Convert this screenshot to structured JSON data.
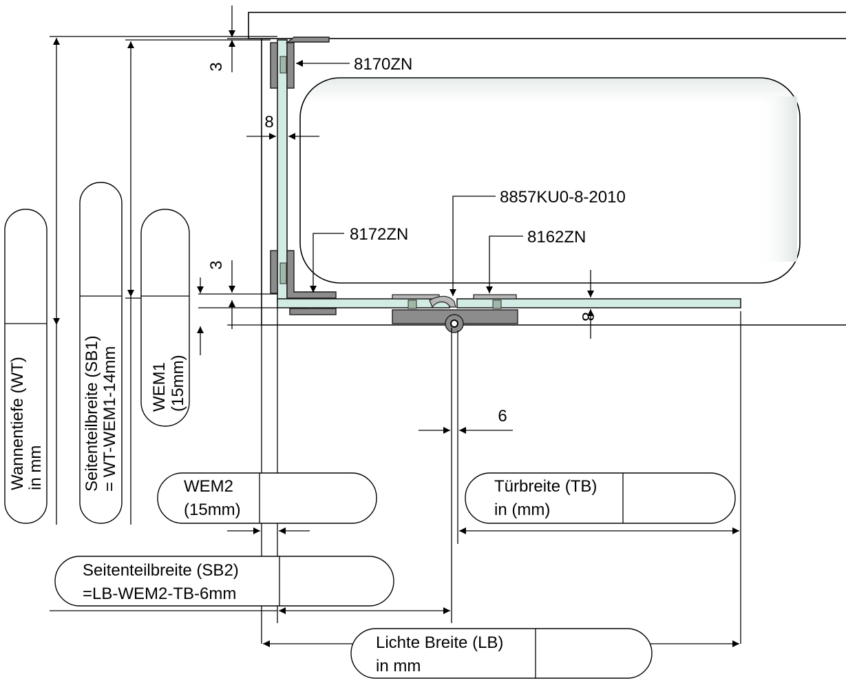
{
  "parts": {
    "corner_top": "8170ZN",
    "corner_bottom": "8172ZN",
    "hinge_profile": "8857KU0-8-2010",
    "door_clamp": "8162ZN"
  },
  "dimensions": {
    "top_gap": "3",
    "glass_side": "8",
    "bottom_gap": "3",
    "glass_front": "8",
    "hinge_offset": "6"
  },
  "labels": {
    "wt_line1": "Wannentiefe (WT)",
    "wt_line2": "in mm",
    "sb1_line1": "Seitenteilbreite (SB1)",
    "sb1_line2": "= WT-WEM1-14mm",
    "wem1_line1": "WEM1",
    "wem1_line2": "(15mm)",
    "wem2_line1": "WEM2",
    "wem2_line2": "(15mm)",
    "tb_line1": "Türbreite (TB)",
    "tb_line2": "in (mm)",
    "sb2_line1": "Seitenteilbreite (SB2)",
    "sb2_line2": "=LB-WEM2-TB-6mm",
    "lb_line1": "Lichte Breite (LB)",
    "lb_line2": "in mm"
  },
  "colors": {
    "glass": "#d2ece4",
    "metal": "#8c8c8c",
    "line": "#000000"
  }
}
